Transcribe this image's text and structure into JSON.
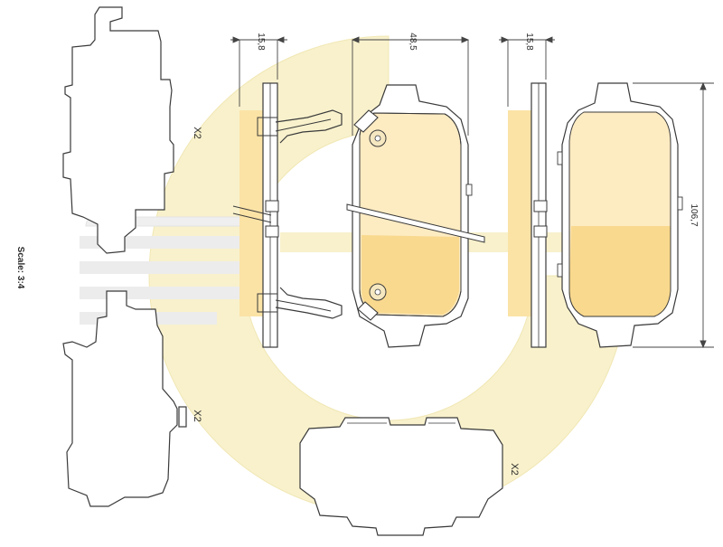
{
  "colors": {
    "watermark": "#f7f0c8",
    "pad_fill_light": "#fdebc2",
    "pad_fill_mid": "#f9d98e",
    "friction_strip": "#fbe3a6",
    "outline": "#3a3a3a",
    "dimension_line": "#444444"
  },
  "labels": {
    "scale": "Scale: 3:4",
    "qty_top_left_shim": "X2",
    "qty_left_clip": "X2",
    "qty_bottom_shim": "X2"
  },
  "dimensions": {
    "left_thickness": "15,8",
    "pad_width": "48,5",
    "right_thickness": "15,8",
    "pad_height": "106,7"
  },
  "icons": {
    "watermark": "gfx-logo-watermark"
  }
}
